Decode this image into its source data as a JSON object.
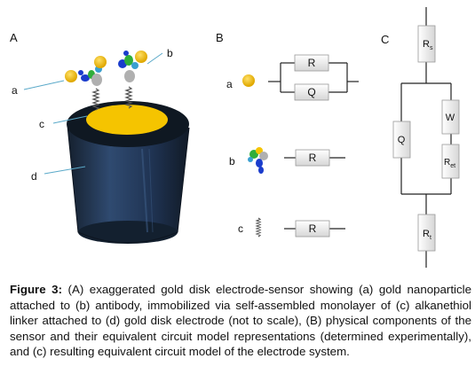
{
  "panels": {
    "a_label": "A",
    "b_label": "B",
    "c_label": "C"
  },
  "panel_a": {
    "labels": {
      "a": "a",
      "b": "b",
      "c": "c",
      "d": "d"
    }
  },
  "panel_b": {
    "row_labels": {
      "a": "a",
      "b": "b",
      "c": "c"
    },
    "r_label": "R",
    "q_label": "Q"
  },
  "panel_c": {
    "rs_main": "R",
    "rs_sub": "s",
    "w_label": "W",
    "q_label": "Q",
    "ret_main": "R",
    "ret_sub": "et",
    "rt_main": "R",
    "rt_sub": "t"
  },
  "colors": {
    "gold": "#f5c400",
    "cylinder_dark": "#1a2838",
    "cylinder_mid": "#2d4466",
    "box_fill": "#f1f1f1",
    "leader_line": "#5aa9c9"
  },
  "caption": {
    "label": "Figure 3:",
    "text": " (A) exaggerated gold disk electrode-sensor showing (a) gold nanoparticle attached to (b) antibody, immobilized via self-assembled monolayer of (c) alkanethiol linker attached to (d) gold disk electrode (not to scale), (B) physical components of the sensor and their equivalent circuit model representations (determined experimentally), and (c) resulting equivalent circuit model of the electrode system."
  }
}
